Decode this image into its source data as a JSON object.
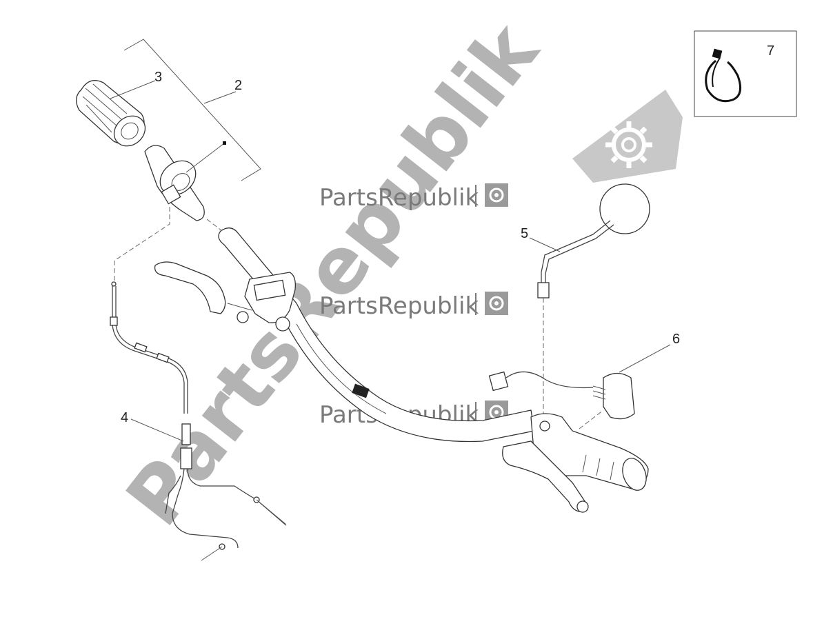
{
  "watermarks": {
    "brand": "PartsRepublik",
    "big_text": "PartsRepublik",
    "icon": "gear-icon"
  },
  "callouts": [
    {
      "id": "c2",
      "label": "2"
    },
    {
      "id": "c3",
      "label": "3"
    },
    {
      "id": "c4",
      "label": "4"
    },
    {
      "id": "c5",
      "label": "5"
    },
    {
      "id": "c6",
      "label": "6"
    },
    {
      "id": "c7",
      "label": "7"
    }
  ],
  "colors": {
    "line": "#333333",
    "watermark": "#b3b3b3"
  }
}
